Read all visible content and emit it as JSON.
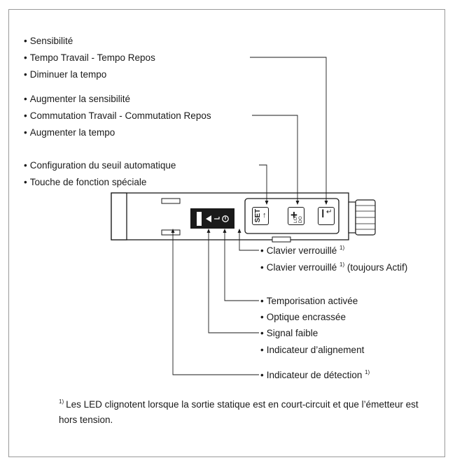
{
  "top_labels": {
    "group1": [
      "Sensibilité",
      "Tempo Travail - Tempo Repos",
      "Diminuer la tempo"
    ],
    "group2": [
      "Augmenter la sensibilité",
      "Commutation Travail - Commutation Repos",
      "Augmenter la tempo"
    ],
    "group3": [
      "Configuration du seuil automatique",
      "Touche de fonction spéciale"
    ]
  },
  "bottom_labels": [
    {
      "text": "Clavier verrouillé",
      "note": "1)",
      "suffix": ""
    },
    {
      "text": "Clavier verrouillé",
      "note": "1)",
      "suffix": " (toujours Actif)"
    },
    {
      "text": "Temporisation activée",
      "note": "",
      "suffix": ""
    },
    {
      "text": "Optique encrassée",
      "note": "",
      "suffix": ""
    },
    {
      "text": "Signal faible",
      "note": "",
      "suffix": ""
    },
    {
      "text": "Indicateur d’alignement",
      "note": "",
      "suffix": ""
    },
    {
      "text": "Indicateur de détection",
      "note": "1)",
      "suffix": ""
    }
  ],
  "keys": {
    "set_label": "SET",
    "plus_sub": "LO-DO"
  },
  "footnote": {
    "marker": "1)",
    "text": "Les LED clignotent lorsque la sortie statique est en court-circuit et que l’émetteur est hors tension."
  },
  "bullet": "•"
}
